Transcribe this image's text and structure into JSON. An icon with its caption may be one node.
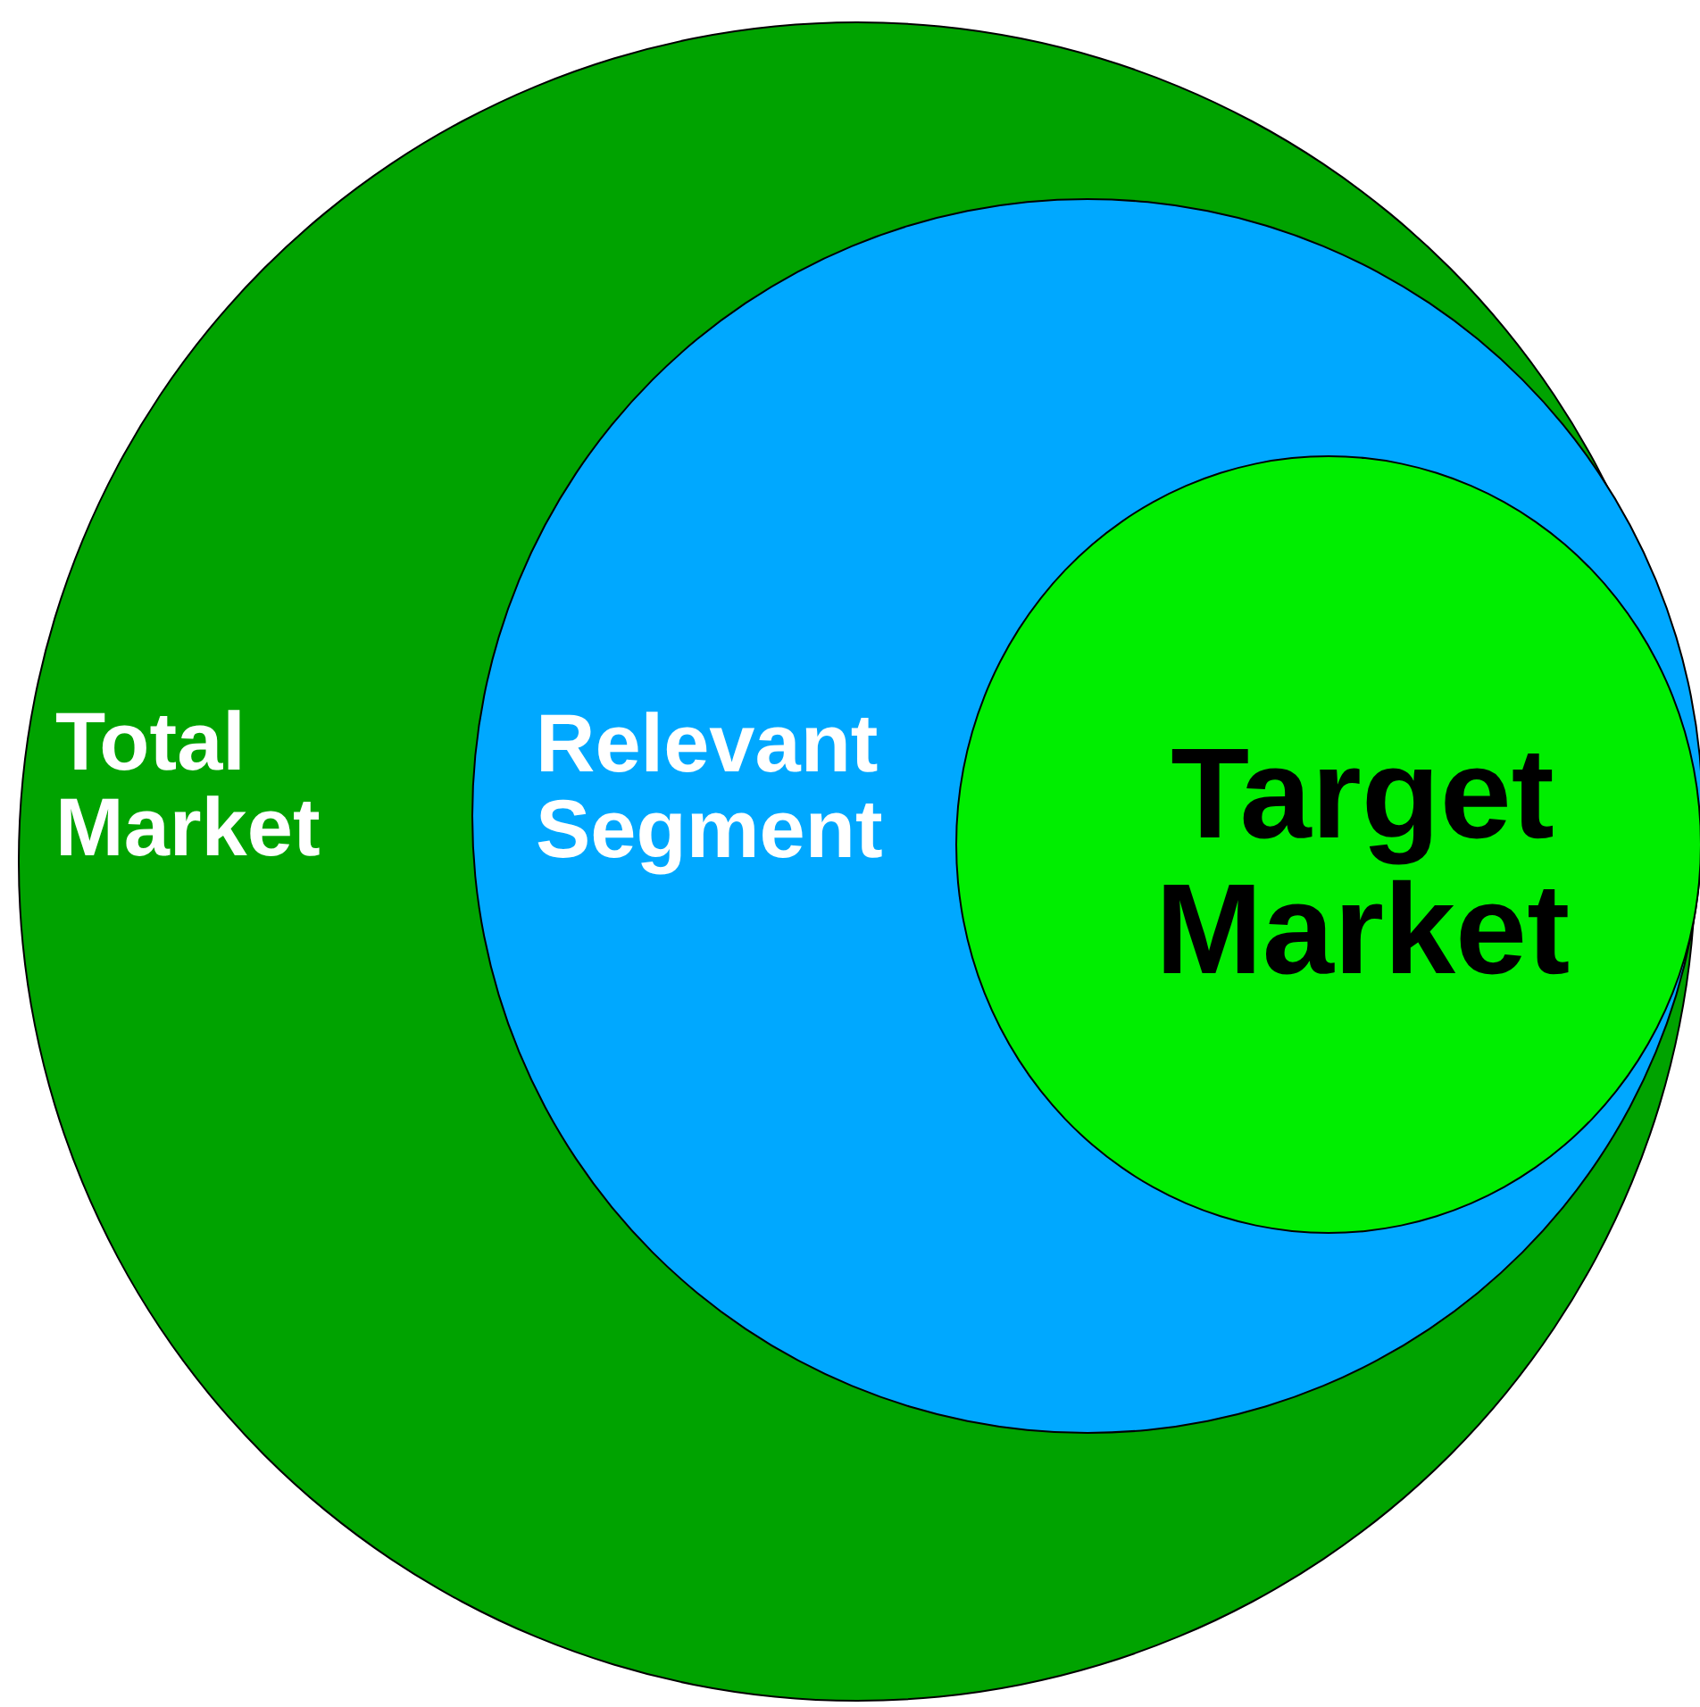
{
  "diagram": {
    "nodes": [
      {
        "text": [
          "Total Market"
        ]
      },
      {
        "text": [
          "Relevant Segment"
        ],
        "in": 0
      },
      {
        "text": [
          "Target Market"
        ],
        "in": 1
      }
    ]
  }
}
